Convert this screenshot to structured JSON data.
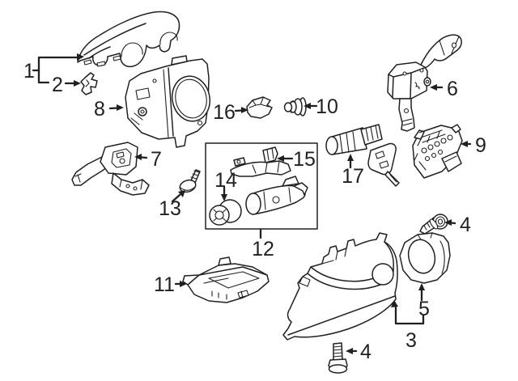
{
  "colors": {
    "background": "#ffffff",
    "line": "#231f20"
  },
  "callouts": {
    "c1": "1",
    "c2": "2",
    "c3": "3",
    "c4a": "4",
    "c4b": "4",
    "c5": "5",
    "c6": "6",
    "c7": "7",
    "c8": "8",
    "c9": "9",
    "c10": "10",
    "c11": "11",
    "c12": "12",
    "c13": "13",
    "c14": "14",
    "c15": "15",
    "c16": "16",
    "c17": "17"
  }
}
